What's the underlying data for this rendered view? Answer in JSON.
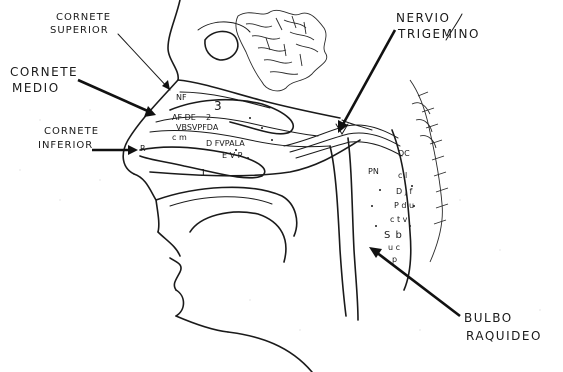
{
  "labels": {
    "cornete_superior": [
      "CORNETE",
      "SUPERIOR"
    ],
    "cornete_medio": [
      "CORNETE",
      "MEDIO"
    ],
    "cornete_inferior": [
      "CORNETE",
      "INFERIOR"
    ],
    "nervio_trigemino": [
      "NERVIO",
      "TRIGEMINO"
    ],
    "bulbo_raquideo": [
      "BULBO",
      "RAQUIDEO"
    ]
  },
  "nuclei": {
    "n1": "1",
    "n2": "2",
    "n3": "3",
    "nf": "NF",
    "af_de": "AF DE",
    "v_row": "VBSVPFDA",
    "r": "R",
    "c_row": "c m",
    "d_row": "D FVPALA",
    "e_row": "E V P",
    "dc": "DC",
    "pn": "PN",
    "col1": "c l",
    "col2": "D j f",
    "col3": "P d u",
    "col4": "c t v",
    "col5": "S b",
    "col6": "u c",
    "col7": "p"
  }
}
